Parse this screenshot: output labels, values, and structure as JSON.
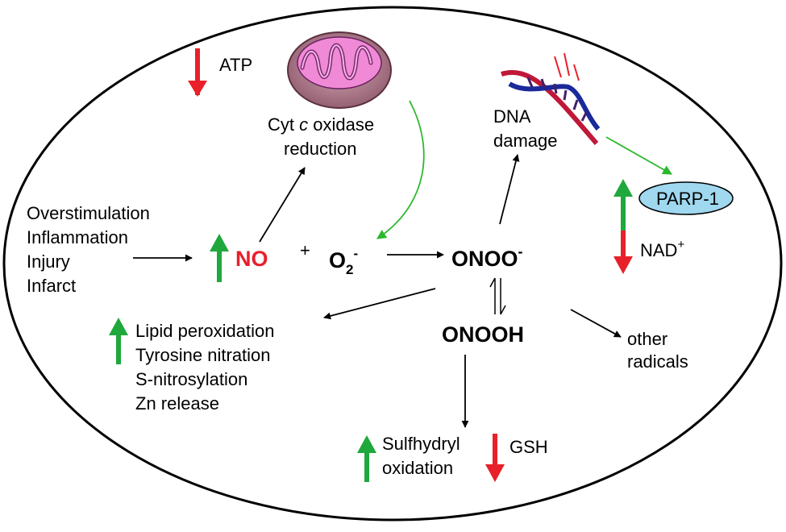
{
  "atp": "ATP",
  "cyt": {
    "line1_pre": "Cyt ",
    "line1_italic": "c",
    "line1_post": " oxidase",
    "line2": "reduction"
  },
  "dna": {
    "line1": "DNA",
    "line2": "damage"
  },
  "parp": "PARP-1",
  "nad": {
    "base": "NAD",
    "sup": "+"
  },
  "causes": [
    "Overstimulation",
    "Inflammation",
    "Injury",
    "Infarct"
  ],
  "no": "NO",
  "plus": "+",
  "superoxide": {
    "base": "O",
    "sub": "2",
    "sup": "-"
  },
  "peroxynitrite": {
    "base": "ONOO",
    "sup": "-"
  },
  "onooh": "ONOOH",
  "effects": [
    "Lipid peroxidation",
    "Tyrosine nitration",
    "S-nitrosylation",
    "Zn release"
  ],
  "other": [
    "other",
    "radicals"
  ],
  "sulfhydryl": [
    "Sulfhydryl",
    "oxidation"
  ],
  "gsh": "GSH",
  "colors": {
    "increase": "#1fa83c",
    "decrease": "#e8202a",
    "no_text": "#e8202a",
    "pathway_arrow": "#2cb82c",
    "parp_fill": "#9fd8ef",
    "mito_outer": "#b07a8c",
    "mito_inner": "#f08ad6"
  }
}
